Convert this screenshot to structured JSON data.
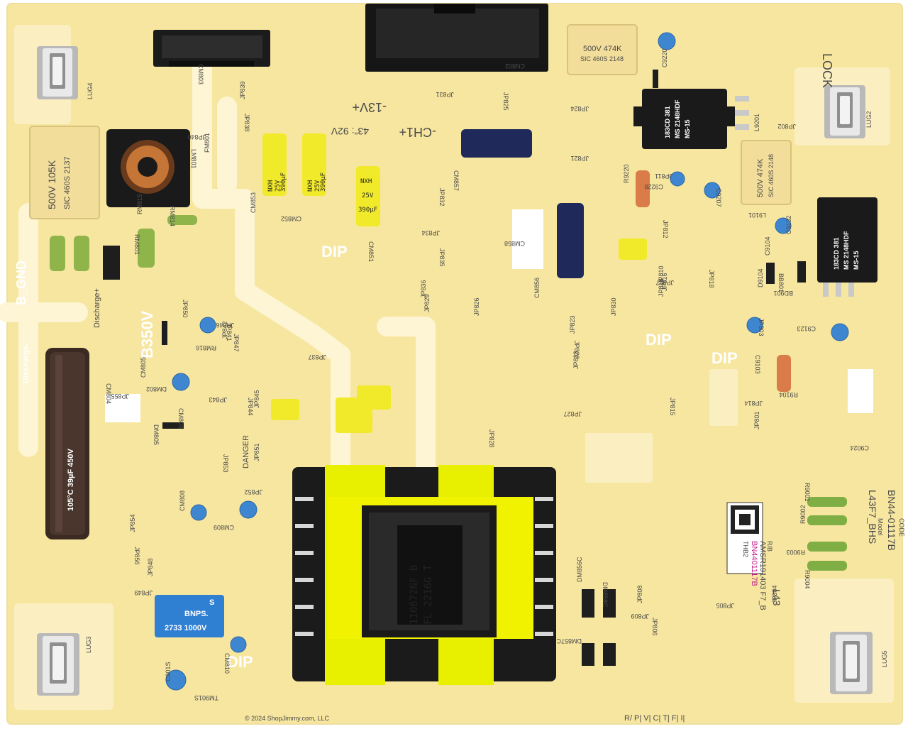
{
  "board": {
    "model_label": "Model",
    "model": "L43F7_BHS",
    "code_label": "CODE",
    "code": "BN44-01117B",
    "magenta_code": "BN4401117B",
    "barcode_code": "AMSR191403 F7_B",
    "barcode_side": "R/B",
    "size_code": "L43",
    "thb": "THB2",
    "footer_notice": "© 2024 ShopJimmy.com, LLC"
  },
  "silkscreen": {
    "dip_labels": [
      "DIP",
      "DIP",
      "DIP",
      "DIP"
    ],
    "b_gnd": "B_GND",
    "discharge": "Discharge-",
    "discharge_plus": "Discharge+",
    "b350v": "B350V",
    "lock": "LOCK",
    "danger": "DANGER",
    "rail_ch1": "-CH1+",
    "rail_13v": "-13V+",
    "rail_volt": "43\": 92V",
    "bottom_pins": "R/ P| V| C| T| F| I|",
    "lug_labels": [
      "LUG4",
      "LUG2",
      "LUG3",
      "LUG5"
    ]
  },
  "transformer": {
    "line1": "110672NF B",
    "line2": "FL 2216G T"
  },
  "film_cap_left": {
    "line1": "500V  105K",
    "line2": "SIC 460S 2137"
  },
  "film_cap_top": {
    "line1": "500V 474K",
    "line2": "SIC 460S 2148"
  },
  "film_cap_right": {
    "line1": "500V 474K",
    "line2": "SIC 460S 2148"
  },
  "ic_top": {
    "line1": "183CD 381",
    "line2": "MS 2148HDF",
    "line3": "MS-15"
  },
  "ic_right": {
    "line1": "183CD 381",
    "line2": "MS 2148HDF",
    "line3": "MS-15"
  },
  "blue_cap": {
    "line1": "S",
    "line2": "BNPS.",
    "line3": "2733 1000V"
  },
  "big_cap": {
    "text": "105°C 39µF 450V"
  },
  "small_yellow_caps": [
    {
      "line1": "NXH",
      "line2": "25V",
      "line3": "390µF"
    },
    {
      "line1": "NXH",
      "line2": "25V",
      "line3": "390µF"
    },
    {
      "line1": "NXH",
      "line2": "25V",
      "line3": "390µF"
    }
  ],
  "ref_labels": [
    "CM804",
    "CM805",
    "CN802",
    "CM803",
    "CM853",
    "CM852",
    "CM851",
    "CM856",
    "CM858",
    "CM857",
    "JP830",
    "JP831",
    "JP832",
    "JP833",
    "JP834",
    "JP835",
    "JP836",
    "JP837",
    "JP838",
    "JP839",
    "JP840",
    "JP841",
    "JP842",
    "JP843",
    "JP844",
    "JP845",
    "JP846",
    "JP847",
    "JP848",
    "JP849",
    "JP850",
    "JP851",
    "JP852",
    "JP853",
    "JP854",
    "JP855",
    "JP856",
    "JP826",
    "JP827",
    "JP828",
    "JP829",
    "JP821",
    "JP822",
    "JP823",
    "JP824",
    "JP825",
    "JP810",
    "JP811",
    "JP812",
    "JP813",
    "JP814",
    "JP815",
    "JP816",
    "JP817",
    "JP818",
    "JP801",
    "JP802",
    "JP803",
    "JP804",
    "JP805",
    "JP806",
    "JP808",
    "JP809",
    "R9001",
    "R9002",
    "R9003",
    "R9004",
    "R9220",
    "R9104",
    "RM814",
    "RM815",
    "RM816",
    "RM801",
    "C9220",
    "C9228",
    "C9207",
    "C9104",
    "C9123",
    "C9103",
    "C9132",
    "C9024",
    "CM806",
    "CM808",
    "CM809",
    "CM810",
    "D9104",
    "DM802",
    "DM805",
    "DM856C",
    "DM857C",
    "DM858C",
    "L9201",
    "L9101",
    "LM801",
    "FM801",
    "BD901",
    "BB801",
    "C901S",
    "TM901S"
  ],
  "colors": {
    "board": "#f8e9a0",
    "board_light": "#fcf3c6",
    "board_edge": "#ffffff",
    "transformer_tape": "#e8f000",
    "cap_yellow": "#f1ea2a",
    "cap_blue": "#2f7fd3",
    "cap_navy": "#1f2a5a",
    "black": "#151515"
  }
}
